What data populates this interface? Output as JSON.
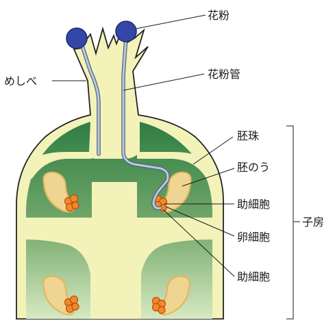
{
  "labels": {
    "pollen": "花粉",
    "pistil": "めしべ",
    "pollen_tube": "花粉管",
    "ovule": "胚珠",
    "embryo_sac": "胚のう",
    "synergid_upper": "助細胞",
    "egg_cell": "卵細胞",
    "synergid_lower": "助細胞",
    "ovary": "子房"
  },
  "colors": {
    "pistil_fill": "#f3f2b9",
    "ovary_dark": "#2f7d43",
    "ovary_mid": "#78ab6e",
    "ovary_light": "#d7e9c2",
    "embryo_sac": "#efd592",
    "embryo_sac_edge": "#e3b45f",
    "cells": "#f08a2a",
    "cells_edge": "#b84d0e",
    "pollen": "#3446a6",
    "pollen_tube": "#b9c9dc",
    "pollen_tube_edge": "#4a5a7a",
    "outline": "#222222"
  }
}
